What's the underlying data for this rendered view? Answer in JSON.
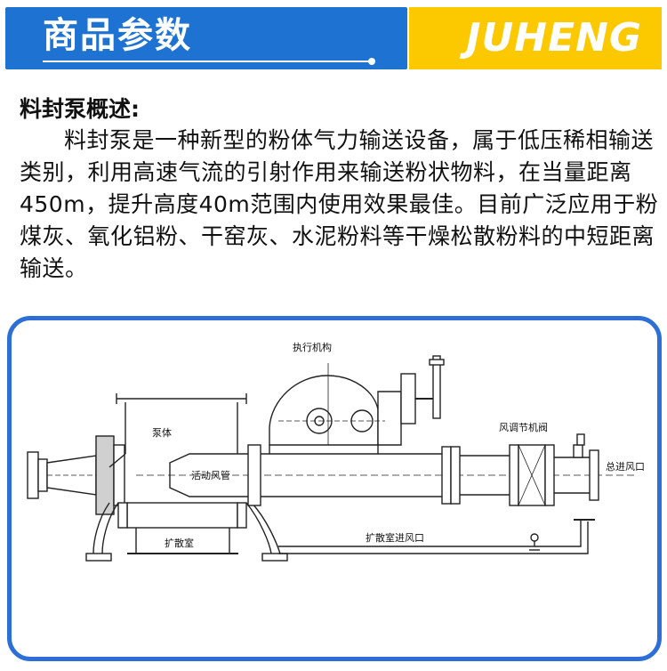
{
  "banner": {
    "title": "商品参数",
    "brand": "JUHENG",
    "colors": {
      "blue": "#1e73d2",
      "yellow": "#fcc800"
    }
  },
  "description": {
    "heading": "料封泵概述:",
    "body": "料封泵是一种新型的粉体气力输送设备，属于低压稀相输送类别，利用高速气流的引射作用来输送粉状物料，在当量距离450m，提升高度40m范围内使用效果最佳。目前广泛应用于粉煤灰、氧化铝粉、干窑灰、水泥粉料等干燥松散粉料的中短距离输送。"
  },
  "diagram": {
    "border_color": "#2d6fd6",
    "labels": {
      "actuator": "执行机构",
      "pump_body": "泵体",
      "movable_air_pipe": "活动风管",
      "diffusion_chamber": "扩散室",
      "air_regulating_valve": "风调节机阀",
      "main_air_inlet": "总进风口",
      "diffusion_chamber_air_inlet": "扩散室进风口"
    }
  }
}
